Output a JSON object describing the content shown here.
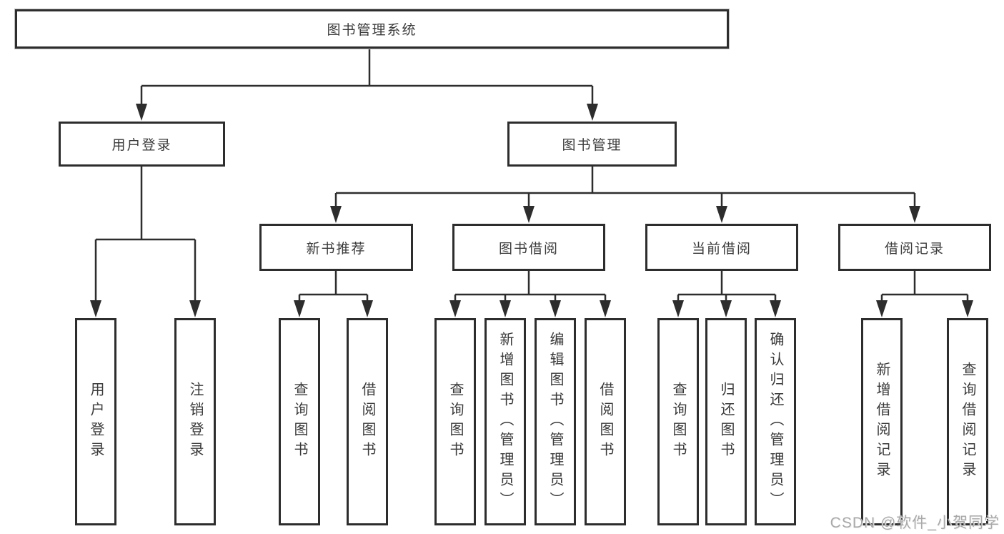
{
  "page": {
    "background": "#ffffff",
    "line_color": "#2d2d2d",
    "box_border_color": "#2d2d2d",
    "text_color": "#3a3a3a",
    "watermark_color": "#a9a9a9"
  },
  "watermark": {
    "text": "CSDN @软件_小贺同学"
  },
  "nodes": {
    "root": {
      "label": "图书管理系统"
    },
    "user_login": {
      "label": "用户登录"
    },
    "book_management": {
      "label": "图书管理"
    },
    "new_book_recommend": {
      "label": "新书推荐"
    },
    "book_borrowing": {
      "label": "图书借阅"
    },
    "current_borrowing": {
      "label": "当前借阅"
    },
    "borrowing_records": {
      "label": "借阅记录"
    },
    "leaf_user_login": {
      "label": "用户登录"
    },
    "leaf_logout_login": {
      "label": "注销登录"
    },
    "leaf_query_books_recommend": {
      "label": "查询图书"
    },
    "leaf_borrow_books_recommend": {
      "label": "借阅图书"
    },
    "leaf_query_books_borrowing": {
      "label": "查询图书"
    },
    "leaf_add_books_admin": {
      "label": "新增图书（管理员）"
    },
    "leaf_edit_books_admin": {
      "label": "编辑图书（管理员）"
    },
    "leaf_borrow_books_borrowing": {
      "label": "借阅图书"
    },
    "leaf_query_books_current": {
      "label": "查询图书"
    },
    "leaf_return_books": {
      "label": "归还图书"
    },
    "leaf_confirm_return_admin": {
      "label": "确认归还（管理员）"
    },
    "leaf_add_borrow_record": {
      "label": "新增借阅记录"
    },
    "leaf_query_borrow_record": {
      "label": "查询借阅记录"
    }
  }
}
